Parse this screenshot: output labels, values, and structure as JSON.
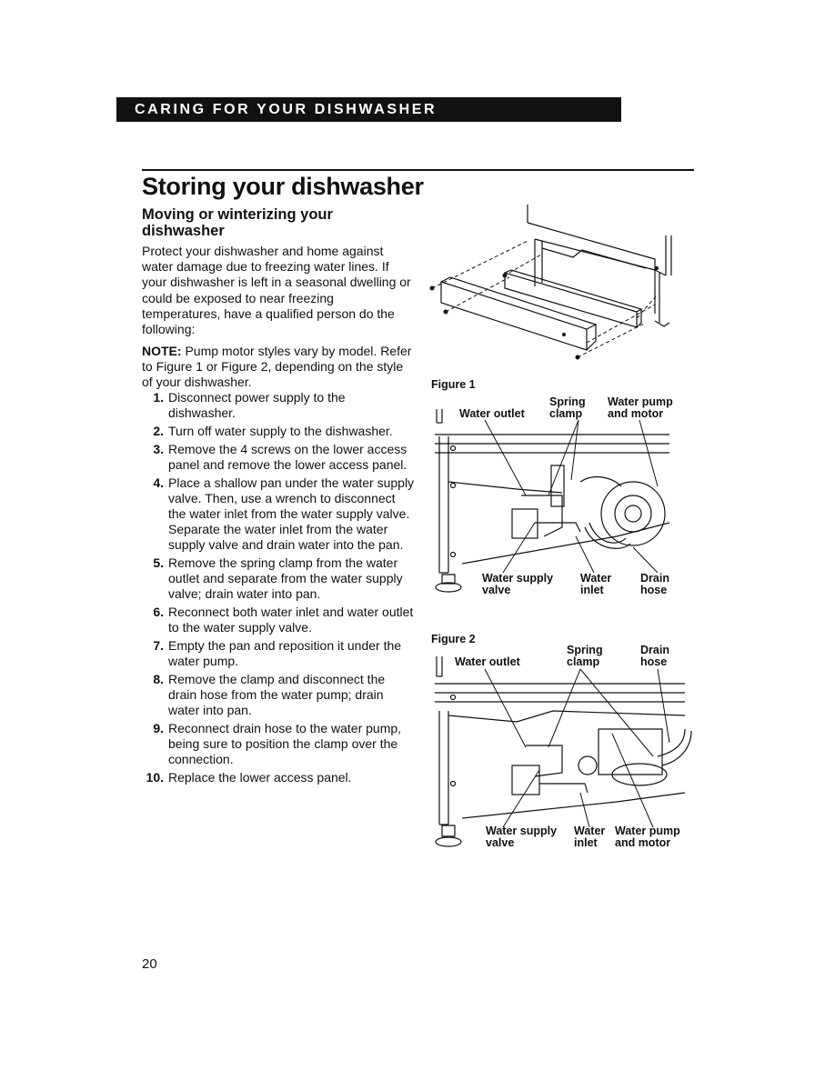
{
  "header": {
    "banner": "CARING FOR YOUR DISHWASHER"
  },
  "section": {
    "title": "Storing your dishwasher",
    "subtitle": "Moving or winterizing your dishwasher",
    "intro": "Protect your dishwasher and home against water damage due to freezing water lines. If your dishwasher is left in a seasonal dwelling or could be exposed to near freezing temperatures, have a qualified person do the following:",
    "note_label": "NOTE:",
    "note_text": "Pump motor styles vary by model. Refer to Figure 1 or Figure 2, depending on the style of your dishwasher.",
    "steps": [
      {
        "num": "1.",
        "text": "Disconnect power supply to the dishwasher."
      },
      {
        "num": "2.",
        "text": "Turn off water supply to the dishwasher."
      },
      {
        "num": "3.",
        "text": "Remove the 4 screws on the lower access panel and remove the lower access panel."
      },
      {
        "num": "4.",
        "text": "Place a shallow pan under the water supply valve. Then, use a wrench to disconnect the water inlet from the water supply valve. Separate the water inlet from the water supply valve and drain water into the pan."
      },
      {
        "num": "5.",
        "text": "Remove the spring clamp from the water outlet and separate from the water supply valve; drain water into pan."
      },
      {
        "num": "6.",
        "text": "Reconnect both water inlet and water outlet to the water supply valve."
      },
      {
        "num": "7.",
        "text": "Empty the pan and reposition it under the water pump."
      },
      {
        "num": "8.",
        "text": "Remove the clamp and disconnect the drain hose from the water pump; drain water into pan."
      },
      {
        "num": "9.",
        "text": "Reconnect drain hose to the water pump, being sure to position the clamp over the connection."
      },
      {
        "num": "10.",
        "text": "Replace the lower access panel."
      }
    ]
  },
  "figure1": {
    "label": "Figure 1",
    "water_outlet": "Water outlet",
    "spring_clamp": "Spring\nclamp",
    "water_pump_motor": "Water pump\nand motor",
    "water_supply_valve": "Water supply\nvalve",
    "water_inlet": "Water\ninlet",
    "drain_hose": "Drain\nhose"
  },
  "figure2": {
    "label": "Figure 2",
    "water_outlet": "Water outlet",
    "spring_clamp": "Spring\nclamp",
    "drain_hose": "Drain\nhose",
    "water_supply_valve": "Water supply\nvalve",
    "water_inlet": "Water\ninlet",
    "water_pump_motor": "Water pump\nand motor"
  },
  "footer": {
    "page_number": "20"
  }
}
